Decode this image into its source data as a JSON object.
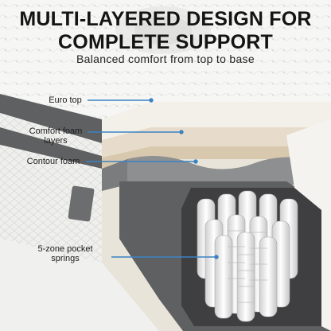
{
  "heading": {
    "line1": "MULTI-LAYERED DESIGN FOR",
    "line2": "COMPLETE SUPPORT",
    "subtitle": "Balanced comfort from top to base"
  },
  "callouts": [
    {
      "line1": "Euro top",
      "line2": ""
    },
    {
      "line1": "Comfort foam",
      "line2": "layers"
    },
    {
      "line1": "Contour foam",
      "line2": ""
    },
    {
      "line1": "5-zone pocket",
      "line2": "springs"
    }
  ],
  "colors": {
    "leader_line": "#3b82c4",
    "band_gray": "#5f6062",
    "quilt_white": "#f6f6f4",
    "foam_cream": "#e9dfcf",
    "foam_beige": "#d8c8ad",
    "contour_gray": "#8e8f90"
  }
}
